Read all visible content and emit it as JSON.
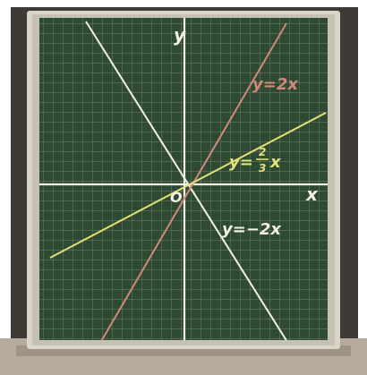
{
  "photo": {
    "board_color": "#2f4a32",
    "frame_color": "#d9d6c8",
    "grid_color": "#c9d3b4",
    "wall_color": "#4a4540",
    "shelf_color": "#a89c8c"
  },
  "axes": {
    "x_label": "x",
    "y_label": "y",
    "origin_label": "O",
    "color": "#f2f1e8"
  },
  "lines": [
    {
      "label": "y=2x",
      "color": "#d0887a",
      "slope": 2
    },
    {
      "label": "y=2/3x",
      "color": "#e2e276",
      "slope": 0.6667
    },
    {
      "label": "y=−2x",
      "color": "#f2f1e8",
      "slope": -2
    }
  ],
  "graph_labels": {
    "line_1": "y=2x",
    "line_2_prefix": "y=",
    "line_2_numerator": "2",
    "line_2_denominator": "3",
    "line_2_suffix": "x",
    "line_3": "y=−2x"
  }
}
